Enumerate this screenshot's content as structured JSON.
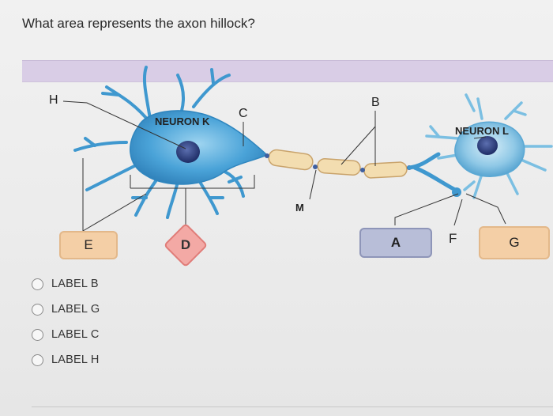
{
  "question": "What area represents the axon hillock?",
  "diagram": {
    "labels": {
      "H": "H",
      "C": "C",
      "B": "B",
      "M": "M",
      "neuron_k": "NEURON K",
      "neuron_l": "NEURON L",
      "E": "E",
      "D": "D",
      "A": "A",
      "F": "F",
      "G": "G"
    }
  },
  "options": [
    {
      "label": "LABEL B",
      "selected": false
    },
    {
      "label": "LABEL G",
      "selected": false
    },
    {
      "label": "LABEL C",
      "selected": false
    },
    {
      "label": "LABEL H",
      "selected": false
    }
  ],
  "colors": {
    "highlight_bar": "#d9cde6",
    "neuron_body": "#4aa3d8",
    "myelin": "#f3ddb0",
    "box_orange": "#f4cfa6",
    "box_blue": "#b8bed8",
    "diamond_pink": "#f3a9a5"
  }
}
